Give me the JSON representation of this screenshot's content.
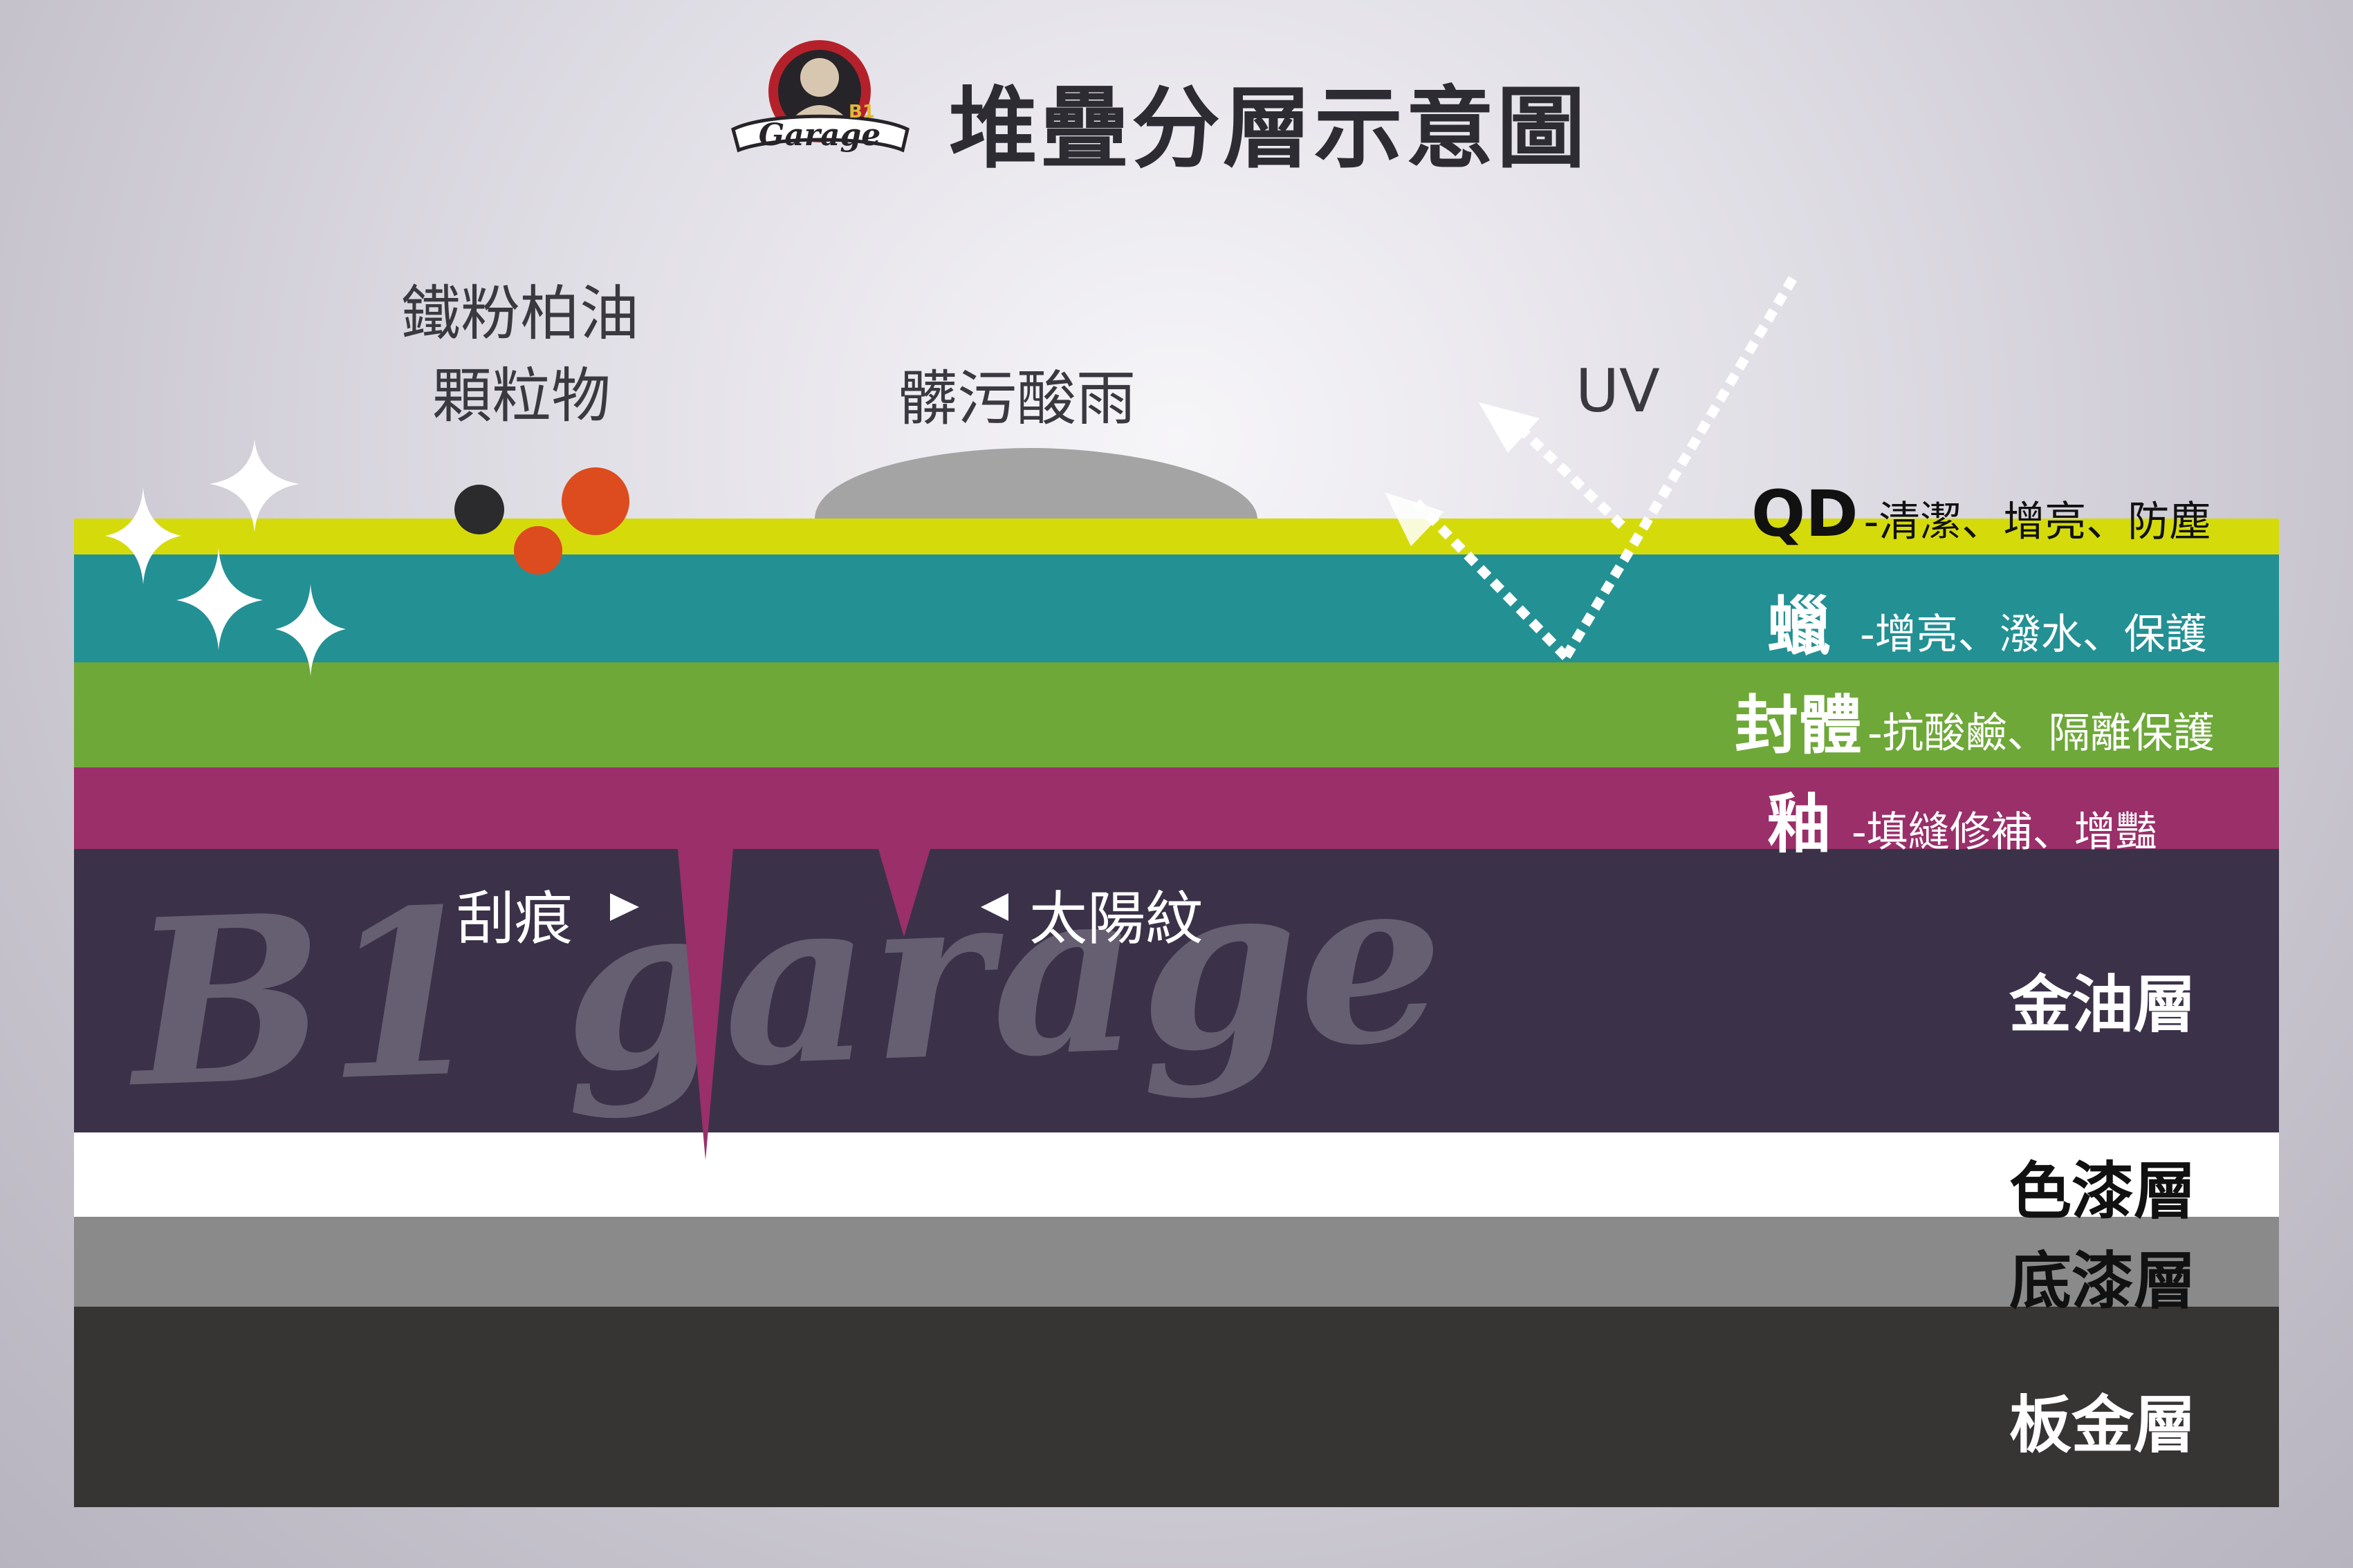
{
  "title": "堆疊分層示意圖",
  "logo": {
    "text": "Garage",
    "badge": "B1"
  },
  "watermark": "B1 garage",
  "labels": {
    "particles_line1": "鐵粉柏油",
    "particles_line2": "顆粒物",
    "dirt": "髒污酸雨",
    "uv": "UV",
    "scratch": "刮痕",
    "swirl": "太陽紋"
  },
  "layers": [
    {
      "id": "qd",
      "name": "QD",
      "desc": "-清潔、增亮、防塵",
      "color": "#d5db0b"
    },
    {
      "id": "wax",
      "name": "蠟",
      "desc": "-增亮、潑水、保護",
      "color": "#239094"
    },
    {
      "id": "sealant",
      "name": "封體",
      "desc": "-抗酸鹼、隔離保護",
      "color": "#6ea839"
    },
    {
      "id": "glaze",
      "name": "釉",
      "desc": "-填縫修補、增豔",
      "color": "#9a2f6a"
    },
    {
      "id": "clear",
      "name": "金油層",
      "desc": "",
      "color": "#3b3249"
    },
    {
      "id": "color",
      "name": "色漆層",
      "desc": "",
      "color": "#ffffff"
    },
    {
      "id": "primer",
      "name": "底漆層",
      "desc": "",
      "color": "#8a8a8a"
    },
    {
      "id": "metal",
      "name": "板金層",
      "desc": "",
      "color": "#363534"
    }
  ],
  "colors": {
    "particle_dark": "#2b2a2c",
    "particle_orange": "#dc4c1e",
    "uv_arrow": "#ffffff",
    "scratch": "#9a2f6a"
  }
}
